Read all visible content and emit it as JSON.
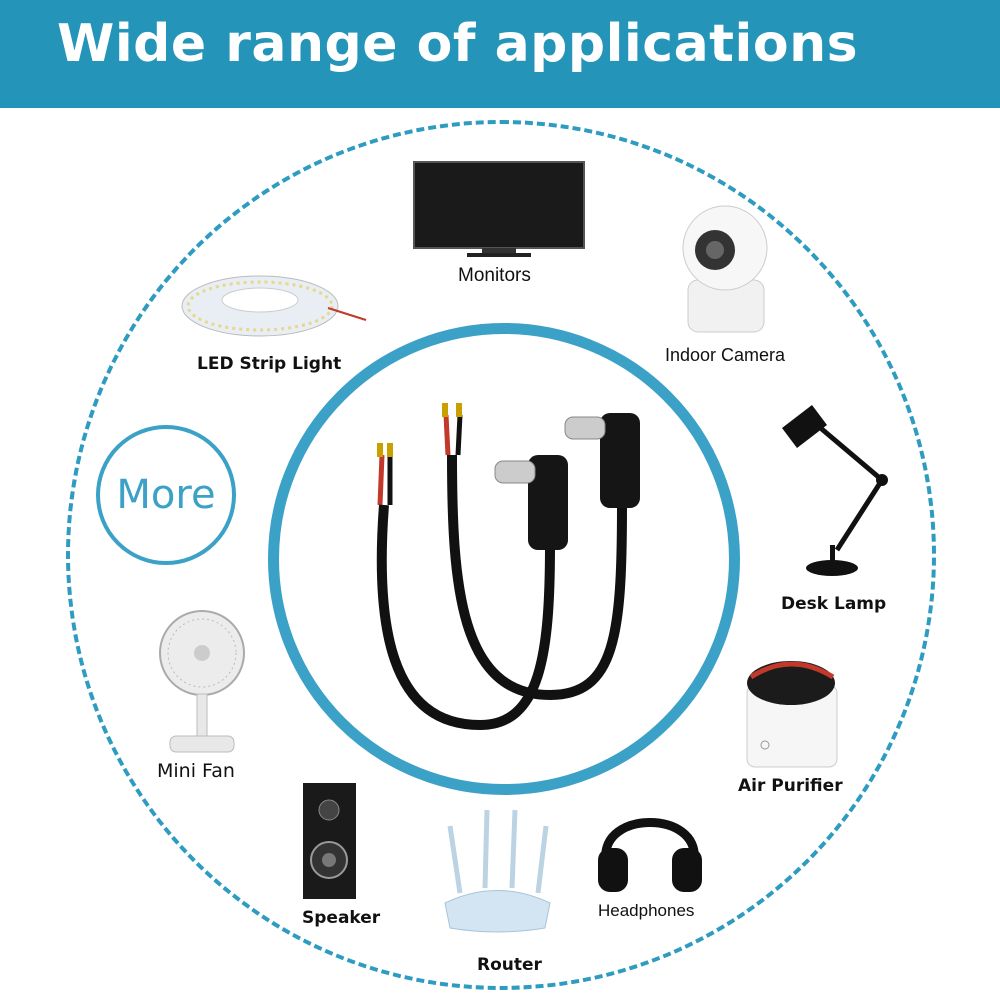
{
  "header": {
    "title": "Wide range of applications"
  },
  "center": {
    "more_label": "More"
  },
  "devices": {
    "monitors": "Monitors",
    "indoor_camera": "Indoor Camera",
    "led_strip": "LED Strip Light",
    "desk_lamp": "Desk Lamp",
    "mini_fan": "Mini Fan",
    "air_purifier": "Air Purifier",
    "speaker": "Speaker",
    "headphones": "Headphones",
    "router": "Router"
  },
  "colors": {
    "banner": "#2494b8",
    "ring": "#3ba1c7",
    "dashed_ring": "#2e9bc1"
  }
}
